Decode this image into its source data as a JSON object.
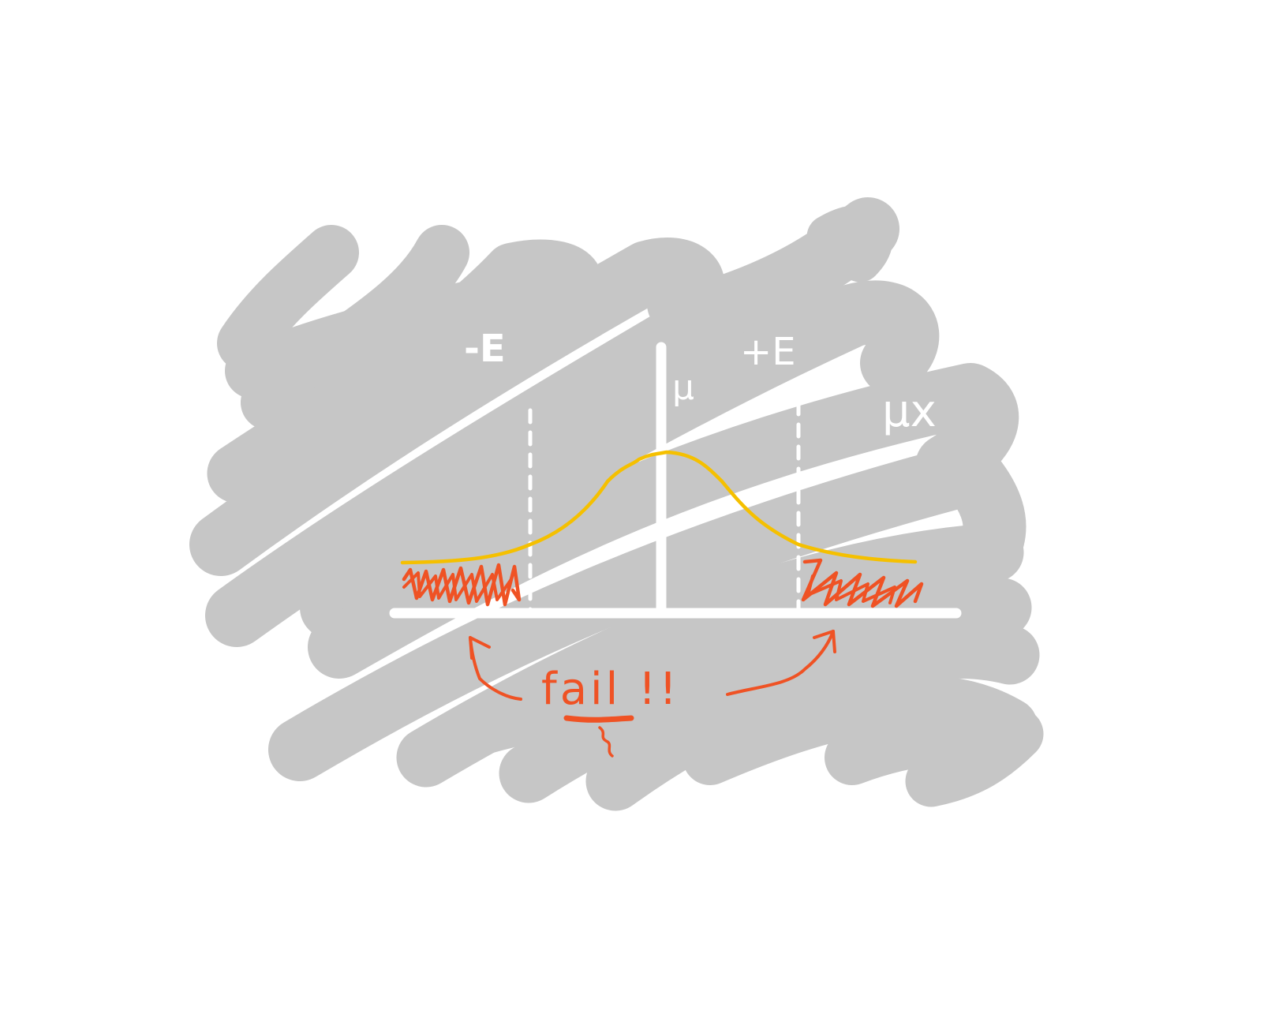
{
  "diagram": {
    "labels": {
      "minus_epsilon": "-E",
      "mu": "μ",
      "plus_epsilon": "+E",
      "mu_x": "μx",
      "fail": "fail !!"
    },
    "colors": {
      "background": "#ffffff",
      "scribble_bg": "#c6c6c6",
      "axis": "#ffffff",
      "curve": "#f5c000",
      "fail_tails": "#ef5224",
      "annotation": "#ef5224"
    }
  }
}
